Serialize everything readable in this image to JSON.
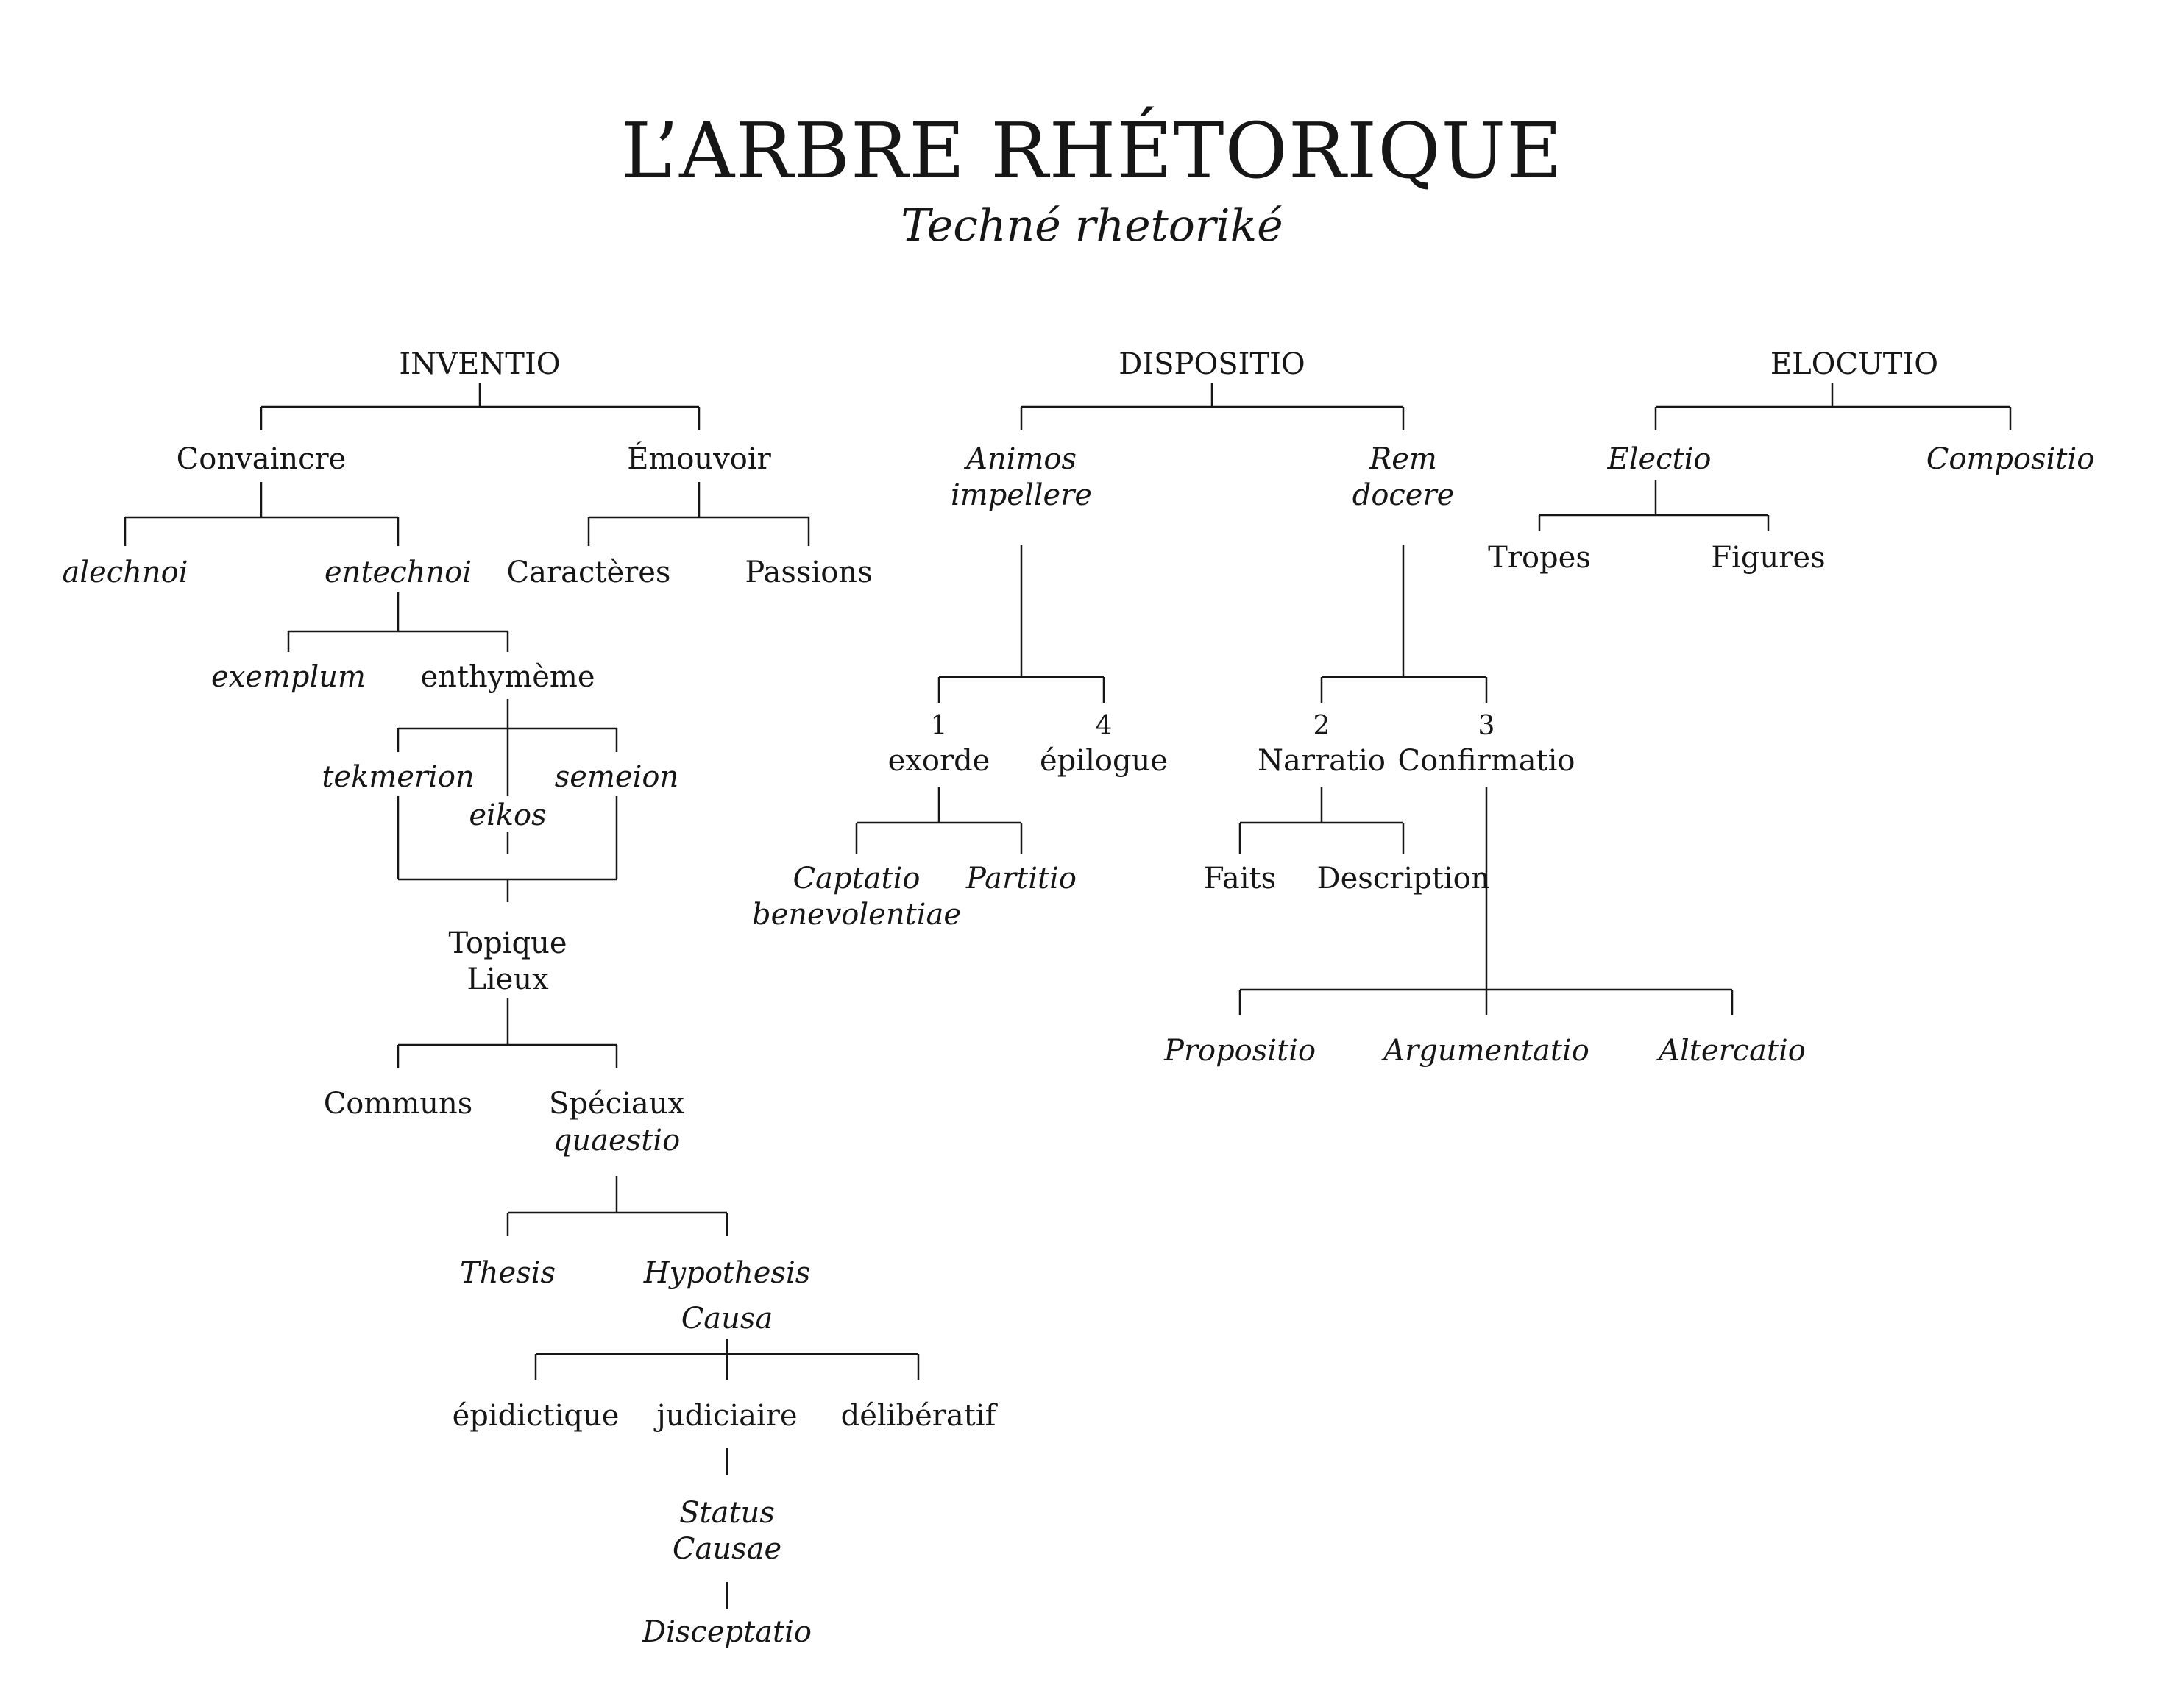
{
  "title": "L’ARBRE RHÉTORIQUE",
  "subtitle": "Techné rhetoriké",
  "colors": {
    "ink": "#161616",
    "background": "#ffffff"
  },
  "nodes": {
    "inventio": "INVENTIO",
    "dispositio": "DISPOSITIO",
    "elocutio": "ELOCUTIO",
    "convaincre": "Convaincre",
    "emouvoir": "Émouvoir",
    "alechnoi": "alechnoi",
    "entechnoi": "entechnoi",
    "caracteres": "Caractères",
    "passions": "Passions",
    "exemplum": "exemplum",
    "enthymeme": "enthymème",
    "tekmerion": "tekmerion",
    "eikos": "eikos",
    "semeion": "semeion",
    "topique": "Topique",
    "lieux": "Lieux",
    "communs": "Communs",
    "speciaux": "Spéciaux",
    "quaestio": "quaestio",
    "thesis": "Thesis",
    "hypothesis": "Hypothesis",
    "causa": "Causa",
    "epidictique": "épidictique",
    "judiciaire": "judiciaire",
    "deliberatif": "délibératif",
    "status": "Status",
    "causae": "Causae",
    "disceptatio": "Disceptatio",
    "animos": "Animos",
    "impellere": "impellere",
    "rem": "Rem",
    "docere": "docere",
    "num1": "1",
    "exorde": "exorde",
    "num4": "4",
    "epilogue": "épilogue",
    "num2": "2",
    "narratio": "Narratio",
    "num3": "3",
    "confirmatio": "Confirmatio",
    "captatio": "Captatio",
    "benevolentiae": "benevolentiae",
    "partitio": "Partitio",
    "faits": "Faits",
    "description": "Description",
    "propositio": "Propositio",
    "argumentatio": "Argumentatio",
    "altercatio": "Altercatio",
    "electio": "Electio",
    "compositio": "Compositio",
    "tropes": "Tropes",
    "figures": "Figures"
  }
}
